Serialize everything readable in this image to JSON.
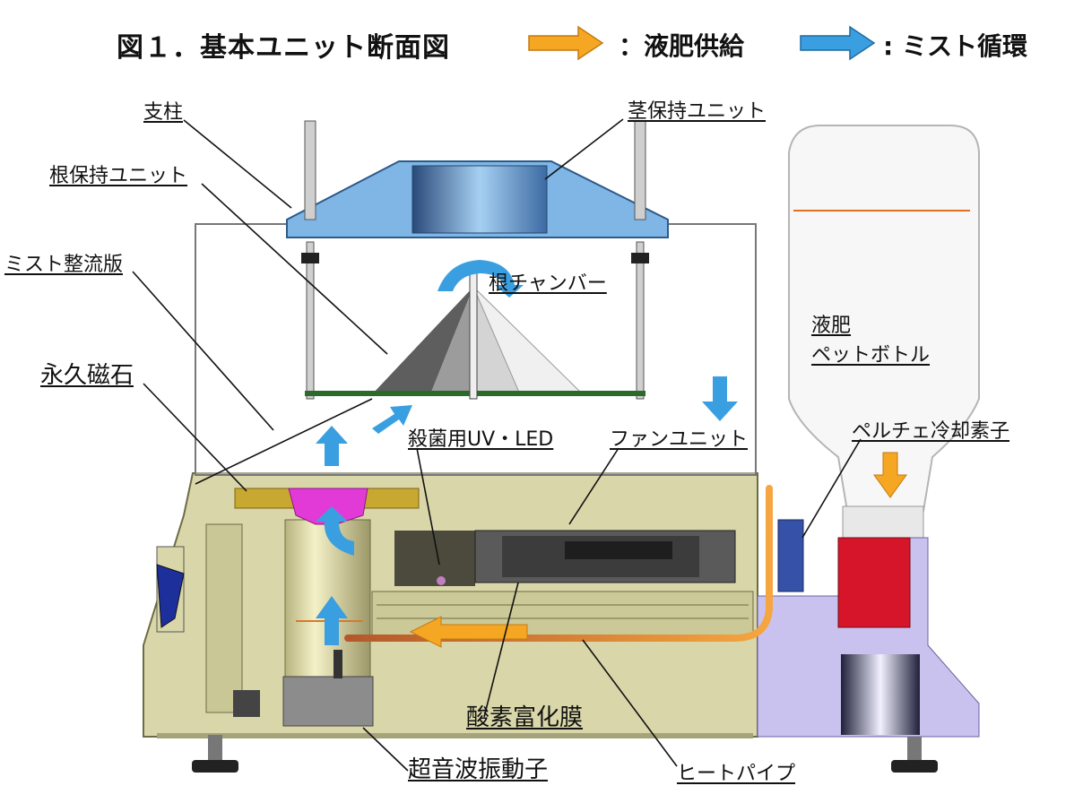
{
  "title": "図１．基本ユニット断面図",
  "legend": {
    "nutrient_supply": "：液肥供給",
    "mist_circulation": ": ミスト循環",
    "nutrient_color": "#f5a623",
    "mist_color": "#3a9fe0"
  },
  "labels": {
    "pillar": "支柱",
    "stem_holder": "茎保持ユニット",
    "root_holder": "根保持ユニット",
    "mist_plate": "ミスト整流版",
    "chamber": "根チャンバー",
    "magnet": "永久磁石",
    "uv_led": "殺菌用UV・LED",
    "fan": "ファンユニット",
    "bottle_line1": "液肥",
    "bottle_line2": "ペットボトル",
    "peltier": "ペルチェ冷却素子",
    "oxygen_membrane": "酸素富化膜",
    "ultrasonic": "超音波振動子",
    "heat_pipe": "ヒートパイプ"
  },
  "colors": {
    "body": "#d8d6a8",
    "stem_unit": "#7fb6e6",
    "magenta": "#e23ad6",
    "red": "#d6142a",
    "lavender": "#c9c2ef",
    "heatpipe": "#f29a3a"
  }
}
